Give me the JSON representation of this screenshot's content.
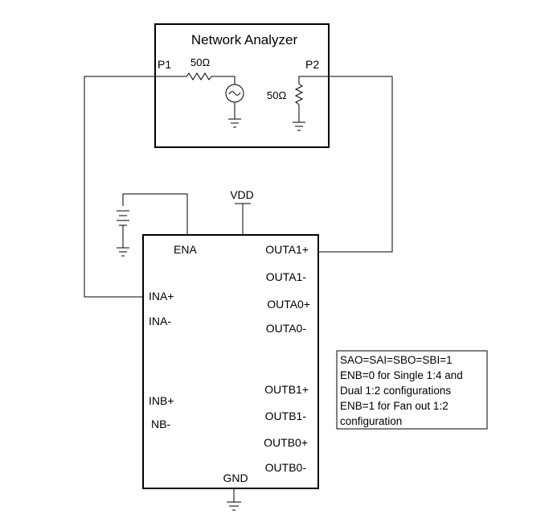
{
  "analyzer": {
    "title": "Network Analyzer",
    "port1_label": "P1",
    "port2_label": "P2",
    "series_resistor": "50Ω",
    "shunt_resistor": "50Ω"
  },
  "supply": {
    "vdd_label": "VDD",
    "gnd_label": "GND"
  },
  "chip": {
    "left_pins": {
      "ena": "ENA",
      "ina_plus": "INA+",
      "ina_minus": "INA-",
      "inb_plus": "INB+",
      "inb_minus": "NB-"
    },
    "right_pins": {
      "outa1_plus": "OUTA1+",
      "outa1_minus": "OUTA1-",
      "outa0_plus": "OUTA0+",
      "outa0_minus": "OUTA0-",
      "outb1_plus": "OUTB1+",
      "outb1_minus": "OUTB1-",
      "outb0_plus": "OUTB0+",
      "outb0_minus": "OUTB0-"
    }
  },
  "note": {
    "line1": "SAO=SAI=SBO=SBI=1",
    "line2": "ENB=0 for Single 1:4 and",
    "line3": "Dual 1:2 configurations",
    "line4": "ENB=1 for Fan out 1:2",
    "line5": "configuration"
  }
}
